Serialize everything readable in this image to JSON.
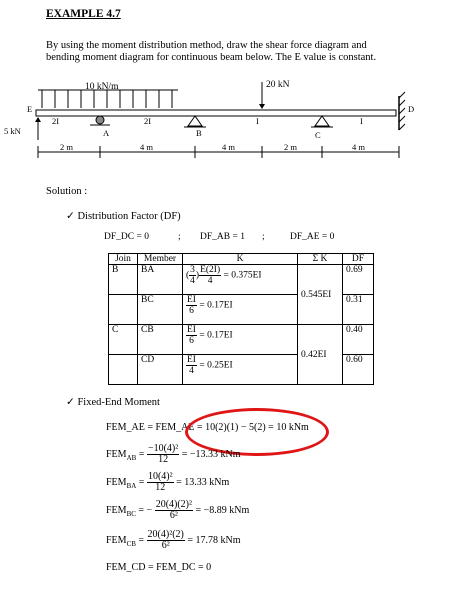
{
  "title": "EXAMPLE 4.7",
  "intro": {
    "line1": "By using the moment distribution method, draw the shear force diagram and",
    "line2": "bending moment diagram for continuous beam below. The E value is constant."
  },
  "beam": {
    "udl_label": "10 kN/m",
    "point_load_label": "20 kN",
    "left_force_label": "5 kN",
    "node_E": "E",
    "node_A": "A",
    "node_B": "B",
    "node_C": "C",
    "node_D": "D",
    "inertia": [
      "2I",
      "2I",
      "I",
      "I"
    ],
    "dims": [
      "2 m",
      "4 m",
      "4 m",
      "2 m",
      "4 m"
    ]
  },
  "solution_label": "Solution :",
  "df_section": {
    "heading": "Distribution Factor (DF)",
    "df_dc": "DF_DC = 0",
    "df_ab": "DF_AB = 1",
    "df_ae": "DF_AE = 0",
    "sep": ";"
  },
  "df_table": {
    "headers": [
      "Join",
      "Member",
      "K",
      "Σ K",
      "DF"
    ],
    "rows": [
      {
        "joint": "B",
        "member": "BA",
        "k_result": "= 0.375EI",
        "df": "0.69"
      },
      {
        "joint": "",
        "member": "BC",
        "k_num": "EI",
        "k_den": "6",
        "k_result": "= 0.17EI",
        "df": "0.31"
      },
      {
        "joint": "C",
        "member": "CB",
        "k_num": "EI",
        "k_den": "6",
        "k_result": "= 0.17EI",
        "df": "0.40"
      },
      {
        "joint": "",
        "member": "CD",
        "k_num": "EI",
        "k_den": "4",
        "k_result": "= 0.25EI",
        "df": "0.60"
      }
    ],
    "ba_k": {
      "coef_num": "3",
      "coef_den": "4",
      "num": "E(2I)",
      "den": "4"
    },
    "sum_k_b": "0.545EI",
    "sum_k_c": "0.42EI"
  },
  "fem_section": {
    "heading": "Fixed-End Moment",
    "fem_ae": "FEM_AE = FEM_AE = 10(2)(1) − 5(2) = 10 kNm",
    "fem_ab_num": "−10(4)²",
    "fem_ab_den": "12",
    "fem_ab_result": "= −13.33 kNm",
    "fem_ba_num": "10(4)²",
    "fem_ba_den": "12",
    "fem_ba_result": "= 13.33 kNm",
    "fem_bc_num": "20(4)(2)²",
    "fem_bc_den": "6²",
    "fem_bc_result": "= −8.89 kNm",
    "fem_cb_num": "20(4)²(2)",
    "fem_cb_den": "6²",
    "fem_cb_result": "= 17.78 kNm",
    "fem_cd": "FEM_CD = FEM_DC = 0"
  },
  "colors": {
    "highlight": "#e01616"
  }
}
